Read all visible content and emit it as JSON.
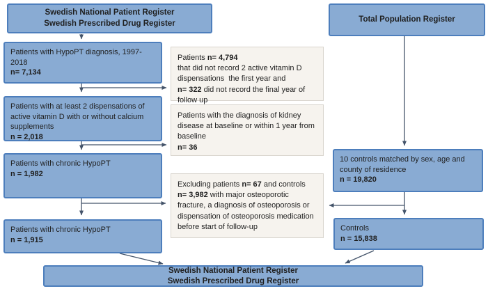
{
  "colors": {
    "box_fill": "#89abd3",
    "box_border": "#4d7ebc",
    "note_fill": "#f6f3ee",
    "note_border": "#d8d4cd",
    "arrow": "#44546a",
    "text": "#1f1f1f"
  },
  "registers": {
    "patient_drug_top": [
      {
        "t": "Swedish National Patient Register\nSwedish Prescribed Drug Register",
        "b": true
      }
    ],
    "total_population": [
      {
        "t": "Total Population Register",
        "b": true
      }
    ],
    "patient_drug_bottom": [
      {
        "t": "Swedish National Patient Register\nSwedish Prescribed Drug Register",
        "b": true
      }
    ]
  },
  "patients": {
    "diagnosis": [
      {
        "t": "Patients with HypoPT diagnosis, 1997-2018\n"
      },
      {
        "t": "n= 7,134",
        "b": true
      }
    ],
    "dispensations": [
      {
        "t": "Patients with at least 2 dispensations of active vitamin D with or without calcium supplements\n"
      },
      {
        "t": "n = 2,018",
        "b": true
      }
    ],
    "chronic_a": [
      {
        "t": "Patients with chronic HypoPT\n"
      },
      {
        "t": "n = 1,982",
        "b": true
      }
    ],
    "chronic_b": [
      {
        "t": "Patients with chronic HypoPT\n"
      },
      {
        "t": "n = 1,915",
        "b": true
      }
    ]
  },
  "controls": {
    "matched": [
      {
        "t": "10 controls matched by sex, age and county of residence\n"
      },
      {
        "t": "n = 19,820",
        "b": true
      }
    ],
    "final": [
      {
        "t": "Controls\n"
      },
      {
        "t": "n = 15,838",
        "b": true
      }
    ]
  },
  "exclusions": {
    "vitamin_d": [
      {
        "t": "Patients "
      },
      {
        "t": "n= 4,794",
        "b": true
      },
      {
        "t": "\nthat did not record 2 active vitamin D dispensations  the first year and\n"
      },
      {
        "t": "n= 322",
        "b": true
      },
      {
        "t": " did not record the final year of follow up"
      }
    ],
    "kidney": [
      {
        "t": "Patients with the diagnosis of kidney disease at baseline or within 1 year from baseline\n"
      },
      {
        "t": "n= 36",
        "b": true
      }
    ],
    "osteoporosis": [
      {
        "t": "Excluding patients "
      },
      {
        "t": "n= 67",
        "b": true
      },
      {
        "t": " and controls\n"
      },
      {
        "t": "n= 3,982",
        "b": true
      },
      {
        "t": " with major osteoporotic fracture, a diagnosis of osteoporosis or dispensation of osteoporosis medication before start of follow-up"
      }
    ]
  }
}
